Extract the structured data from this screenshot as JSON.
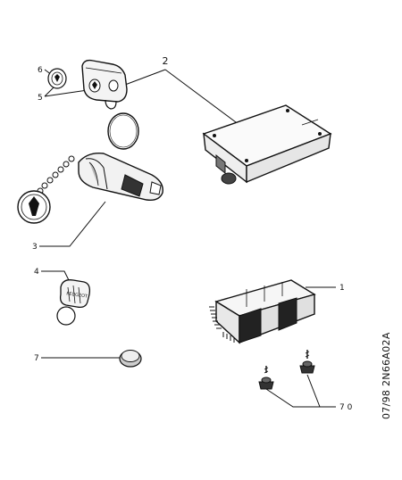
{
  "callouts": {
    "c1": "1",
    "c2": "2",
    "c3": "3",
    "c4": "4",
    "c5": "5",
    "c6": "6",
    "c7": "7",
    "c70": "7 0"
  },
  "reference": "07/98 2N66A02A",
  "logo_text": "PEUGEOT"
}
